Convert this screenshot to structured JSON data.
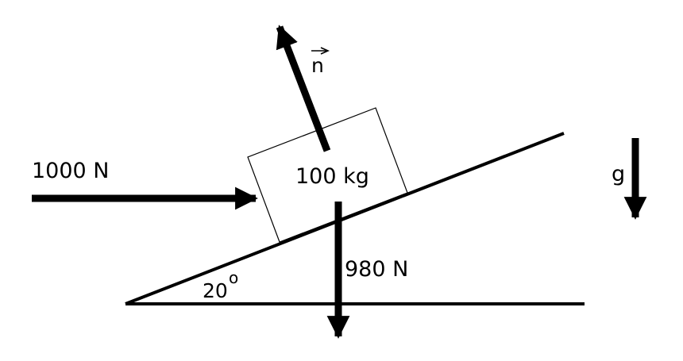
{
  "diagram": {
    "labels": {
      "applied_force": "1000 N",
      "mass": "100 kg",
      "weight": "980 N",
      "normal_vector": "n",
      "angle_value": "20",
      "angle_degree": "o",
      "gravity": "g"
    },
    "colors": {
      "ink": "#000000",
      "background": "#ffffff"
    },
    "incline_angle_deg": 20
  }
}
